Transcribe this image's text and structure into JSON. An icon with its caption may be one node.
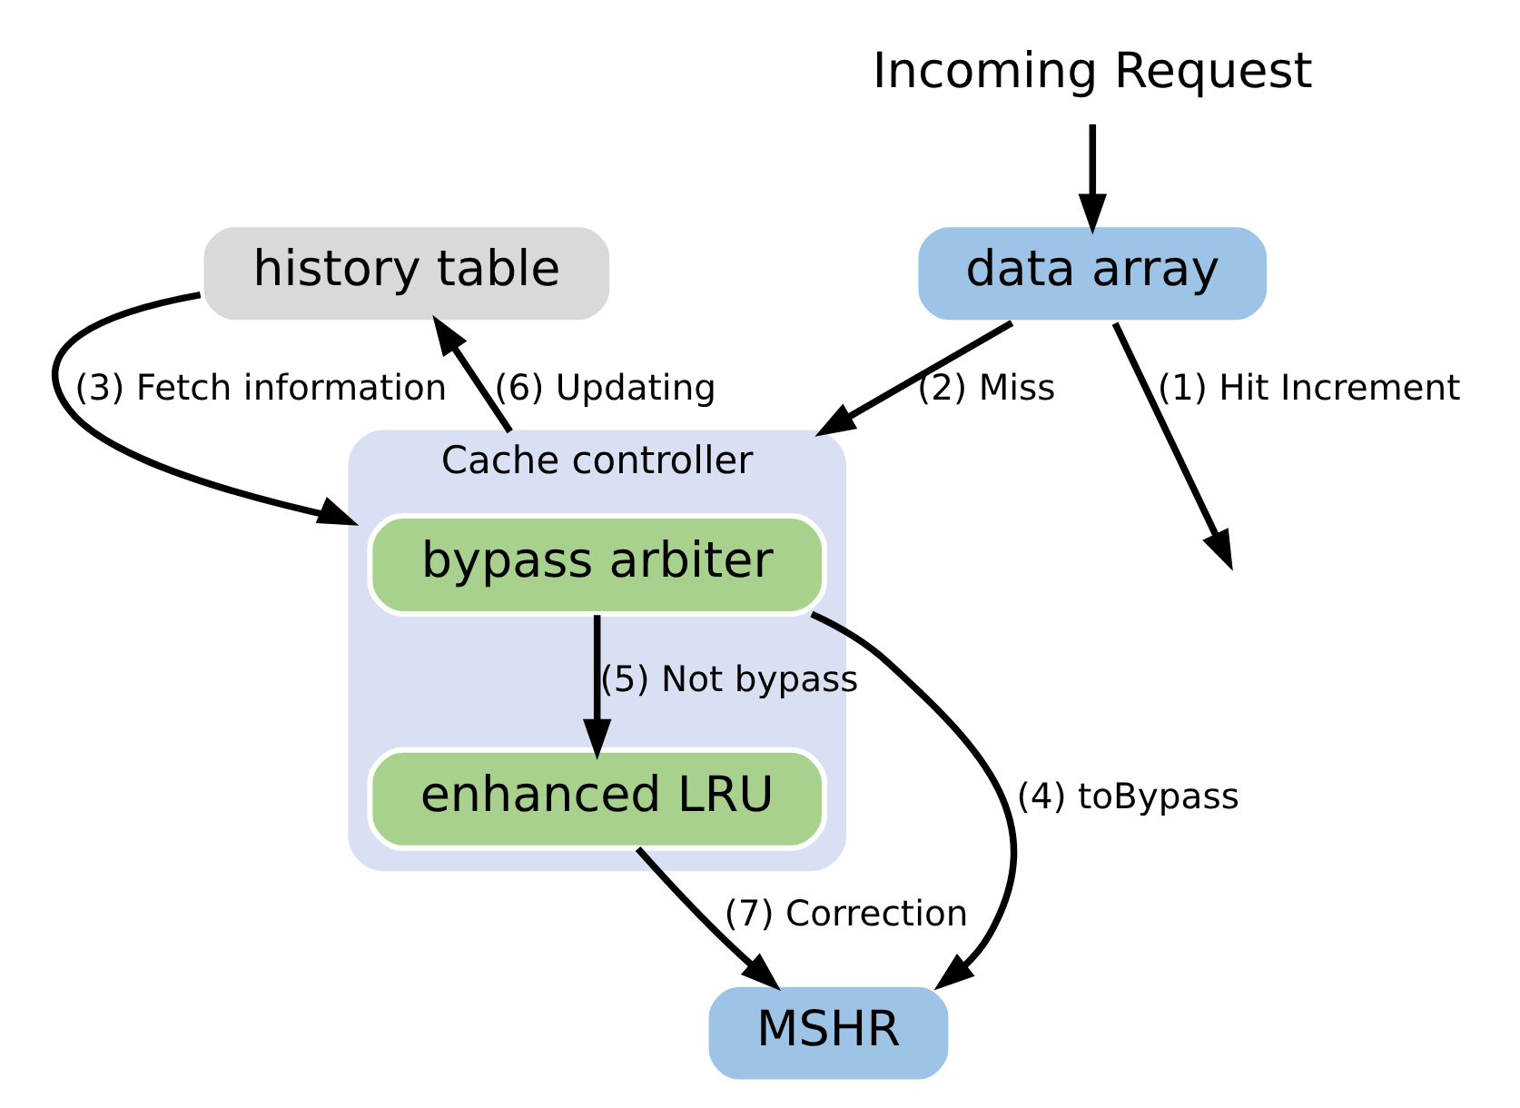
{
  "diagram": {
    "nodes": [
      {
        "text": [
          "history table"
        ]
      },
      {
        "text": [
          "data array"
        ]
      },
      {
        "text": [
          "Cache controller"
        ]
      },
      {
        "text": [
          "bypass arbiter"
        ],
        "in": 2
      },
      {
        "text": [
          "enhanced LRU"
        ],
        "in": 2
      },
      {
        "text": [
          "MSHR"
        ]
      },
      {
        "text": [
          "Incoming Request"
        ]
      }
    ],
    "edges": [
      {
        "from": 6,
        "to": 1,
        "arrow": "to"
      },
      {
        "from": 1,
        "to": null,
        "arrow": "to",
        "label": "(1) Hit Increment"
      },
      {
        "from": 1,
        "to": 2,
        "arrow": "to",
        "label": "(2) Miss"
      },
      {
        "from": 0,
        "to": 2,
        "arrow": "to",
        "label": "(3) Fetch information"
      },
      {
        "from": 3,
        "to": 5,
        "arrow": "to",
        "label": "(4) toBypass"
      },
      {
        "from": 3,
        "to": 4,
        "arrow": "to",
        "label": "(5) Not bypass"
      },
      {
        "from": 2,
        "to": 0,
        "arrow": "to",
        "label": "(6) Updating"
      },
      {
        "from": 4,
        "to": 5,
        "arrow": "to",
        "label": "(7) Correction"
      }
    ]
  }
}
